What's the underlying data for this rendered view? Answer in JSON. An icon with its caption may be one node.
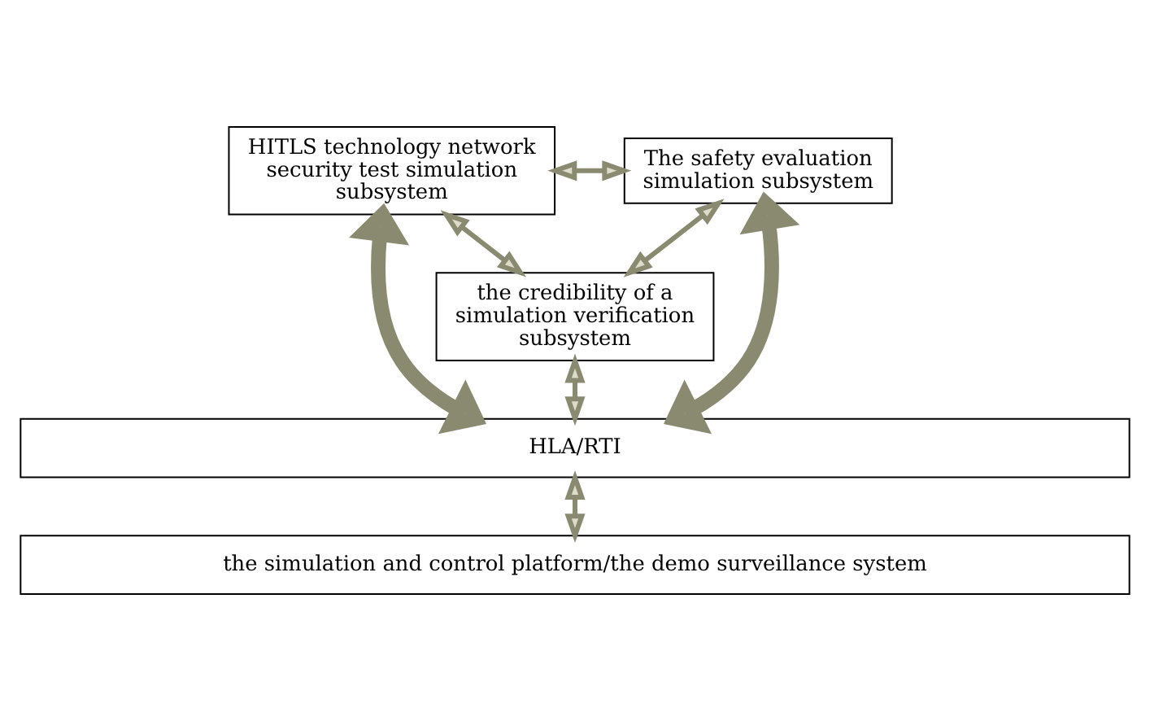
{
  "diagram": {
    "nodes": [
      {
        "text": [
          "HITLS technology network security test simulation subsystem"
        ]
      },
      {
        "text": [
          "The safety evaluation simulation subsystem"
        ]
      },
      {
        "text": [
          "the credibility of a simulation verification subsystem"
        ]
      },
      {
        "text": [
          "HLA/RTI"
        ]
      },
      {
        "text": [
          "the simulation and control platform/the demo surveillance system"
        ]
      }
    ],
    "edges": [
      {
        "from": 0,
        "to": 1,
        "arrow": "both"
      },
      {
        "from": 0,
        "to": 3,
        "arrow": "both",
        "style": "thick"
      },
      {
        "from": 0,
        "to": 2,
        "arrow": "both"
      },
      {
        "from": 1,
        "to": 2,
        "arrow": "both"
      },
      {
        "from": 1,
        "to": 3,
        "arrow": "both",
        "style": "thick"
      },
      {
        "from": 2,
        "to": 3,
        "arrow": "both"
      },
      {
        "from": 3,
        "to": 4,
        "arrow": "both"
      }
    ]
  }
}
